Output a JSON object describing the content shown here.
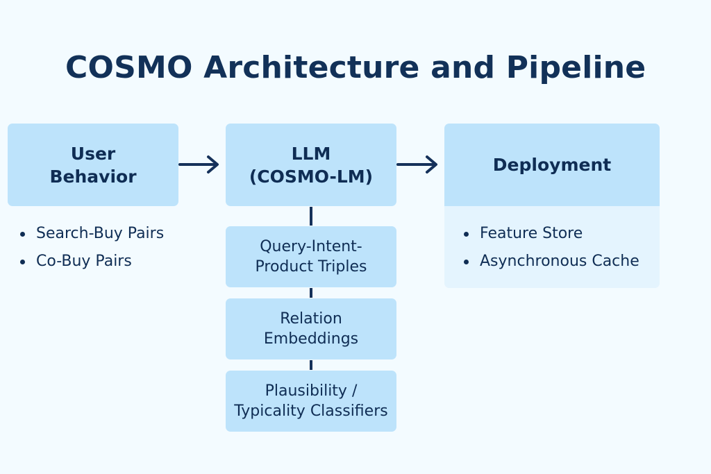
{
  "title": "COSMO Architecture and Pipeline",
  "nodes": {
    "user_behavior": {
      "lines": [
        "User",
        "Behavior"
      ]
    },
    "llm": {
      "lines": [
        "LLM",
        "(COSMO-LM)"
      ]
    },
    "deployment": {
      "lines": [
        "Deployment"
      ]
    },
    "query_intent": {
      "lines": [
        "Query-Intent-",
        "Product Triples"
      ]
    },
    "relation": {
      "lines": [
        "Relation",
        "Embeddings"
      ]
    },
    "plausibility": {
      "lines": [
        "Plausibility /",
        "Typicality Classifiers"
      ]
    }
  },
  "user_behavior_bullets": [
    "Search-Buy Pairs",
    "Co-Buy Pairs"
  ],
  "deployment_bullets": [
    "Feature Store",
    "Asynchronous Cache"
  ],
  "edges": [
    {
      "from": "user_behavior",
      "to": "llm",
      "type": "arrow"
    },
    {
      "from": "llm",
      "to": "deployment",
      "type": "arrow"
    },
    {
      "from": "llm",
      "to": "query_intent",
      "type": "line"
    },
    {
      "from": "query_intent",
      "to": "relation",
      "type": "line"
    },
    {
      "from": "relation",
      "to": "plausibility",
      "type": "line"
    }
  ],
  "colors": {
    "background": "#f3fbff",
    "box_fill": "#bde3fb",
    "panel_fill": "#e4f4fe",
    "text": "#0f2d54",
    "connector": "#15315a"
  }
}
